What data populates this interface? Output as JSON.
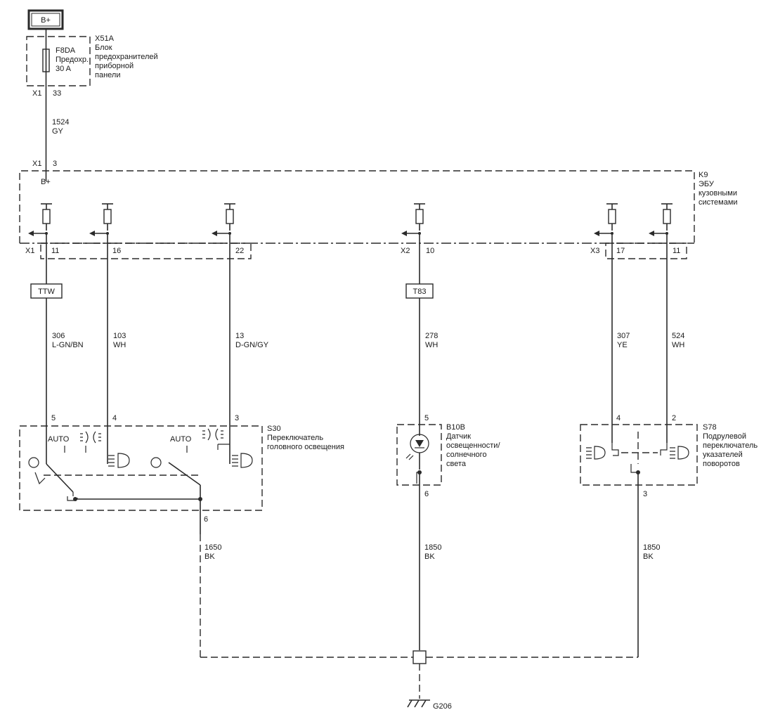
{
  "power": {
    "label": "B+"
  },
  "fuse_block": {
    "ref": "X51A",
    "name_lines": [
      "Блок",
      "предохранителей",
      "приборной",
      "панели"
    ],
    "fuse_name": "F8DA",
    "fuse_desc": "Предохр.",
    "fuse_rating": "30 A",
    "connector": "X1",
    "pin": "33"
  },
  "feed_wire": {
    "circuit": "1524",
    "color": "GY"
  },
  "bcm": {
    "ref": "K9",
    "name_lines": [
      "ЭБУ",
      "кузовными",
      "системами"
    ],
    "input_connector": "X1",
    "input_pin": "3",
    "input_label": "B+",
    "conn_x1": "X1",
    "conn_x2": "X2",
    "conn_x3": "X3",
    "pins": [
      "11",
      "16",
      "22",
      "10",
      "17",
      "11"
    ]
  },
  "wires": [
    {
      "circuit": "306",
      "color": "L-GN/BN",
      "tag": "TTW",
      "pin_end": "5"
    },
    {
      "circuit": "103",
      "color": "WH",
      "pin_end": "4"
    },
    {
      "circuit": "13",
      "color": "D-GN/GY",
      "pin_end": "3"
    },
    {
      "circuit": "278",
      "color": "WH",
      "tag": "T83",
      "pin_end": "5"
    },
    {
      "circuit": "307",
      "color": "YE",
      "pin_end": "4"
    },
    {
      "circuit": "524",
      "color": "WH",
      "pin_end": "2"
    }
  ],
  "s30": {
    "ref": "S30",
    "name_lines": [
      "Переключатель",
      "головного освещения"
    ],
    "auto1": "AUTO",
    "auto2": "AUTO",
    "ground_pin": "6"
  },
  "b10b": {
    "ref": "B10B",
    "name_lines": [
      "Датчик",
      "освещенности/",
      "солнечного",
      "света"
    ],
    "ground_pin": "6"
  },
  "s78": {
    "ref": "S78",
    "name_lines": [
      "Подрулевой",
      "переключатель",
      "указателей",
      "поворотов"
    ],
    "ground_pin": "3"
  },
  "ground_wires": [
    {
      "circuit": "1650",
      "color": "BK"
    },
    {
      "circuit": "1850",
      "color": "BK"
    },
    {
      "circuit": "1850",
      "color": "BK"
    }
  ],
  "ground": {
    "label": "G206"
  }
}
